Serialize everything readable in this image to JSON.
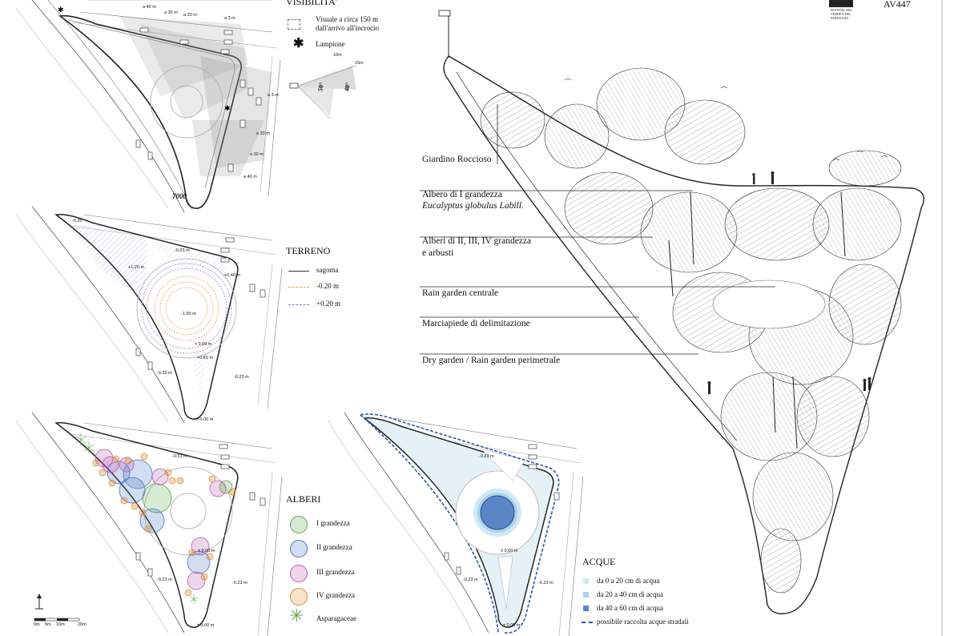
{
  "header": {
    "code": "AV447",
    "logo_text": "FESTIVAL DEL VERDE E DEL PAESAGGIO"
  },
  "visibility": {
    "title": "VISIBILITA'",
    "items": [
      {
        "icon": "dashed-square-icon",
        "label": "Visuale a circa 150 m dall'arrivo all'incrocio"
      },
      {
        "icon": "asterisk-icon",
        "label": "Lampione"
      }
    ],
    "diagram_labels": [
      "16m",
      "15m",
      "50°",
      "40°"
    ],
    "distance_labels": [
      "a 40 m",
      "a 30 m",
      "a 20 m",
      "a 3 m",
      "a 3 m",
      "a 20 m",
      "a 30 m",
      "a 40 m"
    ],
    "scale_number": "7000"
  },
  "terrain": {
    "title": "TERRENO",
    "items": [
      {
        "label": "sagoma",
        "color": "#333333"
      },
      {
        "label": "-0.20 m",
        "color": "#e0a050"
      },
      {
        "label": "+0.20 m",
        "color": "#8a6fc0"
      }
    ],
    "levels": [
      "-0.20",
      "+1.20 m",
      "-1.00 m",
      "+0.40 m",
      "± 0.00 m",
      "+0.60 m",
      "± 0.00 m",
      "-0.23 m",
      "-0.23 m",
      "-0.23 m"
    ]
  },
  "trees": {
    "title": "ALBERI",
    "items": [
      {
        "label": "I grandezza",
        "color": "#5aa84a"
      },
      {
        "label": "II grandezza",
        "color": "#4a78c8"
      },
      {
        "label": "III grandezza",
        "color": "#b85ab0"
      },
      {
        "label": "IV grandezza",
        "color": "#e08a30"
      },
      {
        "label": "Asparagaceae",
        "color": "#5aa84a"
      }
    ],
    "levels": [
      "-0.23 m",
      "-0.23 m",
      "-0.23 m",
      "± 0.00 m",
      "± 0.00 m"
    ]
  },
  "water": {
    "title": "ACQUE",
    "items": [
      {
        "label": "da 0 a 20 cm di acqua",
        "color": "#cfe9f2"
      },
      {
        "label": "da 20 a 40 cm di acqua",
        "color": "#a9d3ea"
      },
      {
        "label": "da 40 a 60 cm di acqua",
        "color": "#5a86c8"
      },
      {
        "label": "possibile raccolta acque stradali",
        "color": "#2a5aa8"
      }
    ],
    "levels": [
      "-0.23 m",
      "-0.23 m",
      "-0.23 m",
      "± 0.00 m",
      "± 0.00 m"
    ]
  },
  "callouts": [
    "Giardino Roccioso",
    "Albero di  I grandezza",
    "Eucalyptus globulus Labill.",
    "Alberi di  II, III, IV grandezza",
    "e arbusti",
    "Rain garden centrale",
    "Marciapiede di delimitazione",
    "Dry garden / Rain garden perimetrale"
  ],
  "scale_bar": {
    "labels": [
      "0m",
      "5m",
      "10m",
      "20m"
    ]
  }
}
